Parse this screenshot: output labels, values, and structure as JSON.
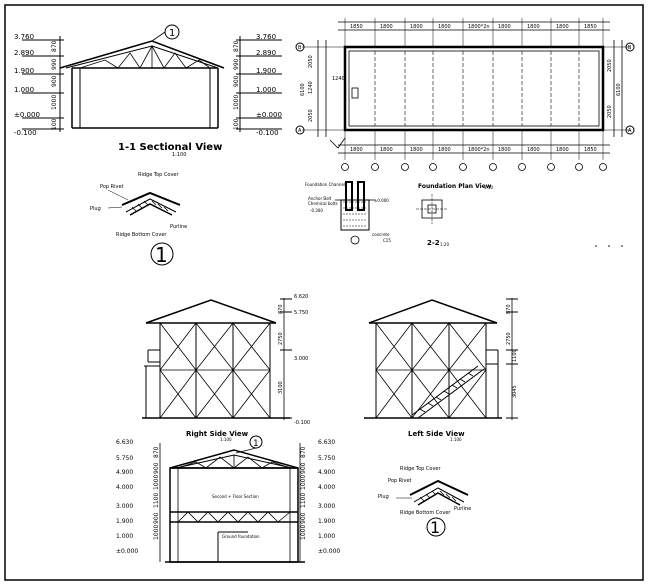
{
  "section_1_1": {
    "title": "1-1 Sectional View",
    "scale": "1:100",
    "left_levels": [
      "3.760",
      "2.890",
      "1.900",
      "1.000",
      "±0.000",
      "-0.100"
    ],
    "right_levels": [
      "3.760",
      "2.890",
      "1.900",
      "1.000",
      "±0.000",
      "-0.100"
    ],
    "left_dims": [
      "870",
      "990",
      "900",
      "1000",
      "100"
    ],
    "right_dims": [
      "870",
      "990",
      "900",
      "1000",
      "100"
    ],
    "callout": "1"
  },
  "plan": {
    "top_dims": [
      "1850",
      "1800",
      "1800",
      "1800",
      "1800*2n",
      "1800",
      "1800",
      "1800",
      "1850"
    ],
    "bottom_dims": [
      "1800",
      "1800",
      "1800",
      "1800",
      "1800*2n",
      "1800",
      "1800",
      "1800",
      "1850"
    ],
    "left_dims": [
      "2050",
      "1240",
      "2050"
    ],
    "left_total": "6100",
    "right_dims": [
      "2050",
      "2050"
    ],
    "right_total": "6100",
    "left_note": "1240",
    "axis_labels": [
      "B",
      "A",
      "B",
      "A"
    ]
  },
  "ridge_detail_top": {
    "labels": [
      "Ridge Top Cover",
      "Pop Rivet",
      "Plug",
      "Ridge Bottom Cover",
      "Purline"
    ],
    "callout": "1"
  },
  "foundation": {
    "title": "Foundation Plan View",
    "scale": "1:50",
    "section_label": "2-2",
    "section_scale": "1:20",
    "labels": [
      "Foundation Channel",
      "Anchor Bolt",
      "Chemical bolts",
      "-0.300",
      "±0.000",
      "concrete",
      "C15"
    ]
  },
  "right_side_view": {
    "title": "Right Side View",
    "scale": "1:100",
    "levels": [
      "6.620",
      "5.750",
      "3.000",
      "-0.100"
    ],
    "dims": [
      "870",
      "2750",
      "3100"
    ]
  },
  "left_side_view": {
    "title": "Left Side View",
    "scale": "1:100",
    "dims": [
      "870",
      "2750",
      "1100",
      "3045"
    ]
  },
  "section_2": {
    "left_levels": [
      "6.630",
      "5.750",
      "4.900",
      "4.000",
      "3.000",
      "1.900",
      "1.000",
      "±0.000"
    ],
    "right_levels": [
      "6.630",
      "5.750",
      "4.900",
      "4.000",
      "3.000",
      "1.900",
      "1.000",
      "±0.000"
    ],
    "left_dims": [
      "870",
      "900",
      "1000",
      "1100",
      "900",
      "1000"
    ],
    "right_dims": [
      "870",
      "900",
      "1000",
      "1100",
      "900",
      "1000"
    ],
    "notes": [
      "Second + Floor Section",
      "Ground foundation"
    ],
    "callout": "1"
  },
  "ridge_detail_bottom": {
    "labels": [
      "Ridge Top Cover",
      "Pop Rivet",
      "Plug",
      "Ridge Bottom Cover",
      "Purline"
    ],
    "callout": "1"
  }
}
